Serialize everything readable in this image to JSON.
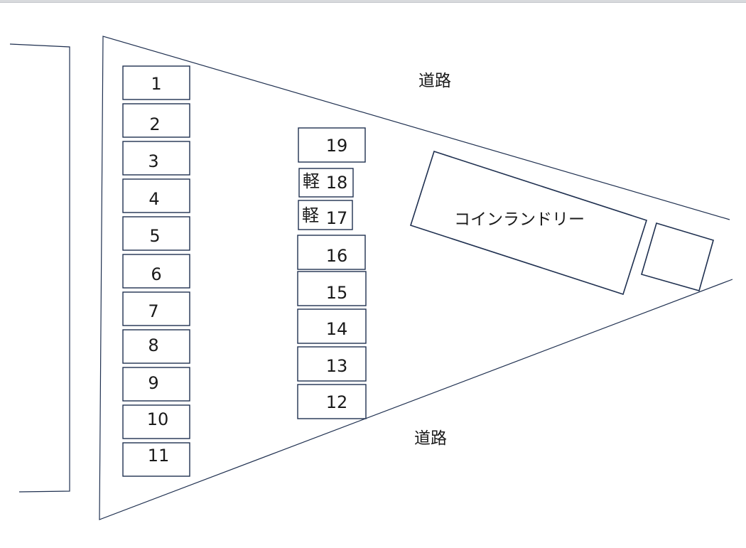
{
  "diagram": {
    "type": "parking-lot-layout",
    "colors": {
      "line": "#1f3050",
      "text": "#1a1a1a",
      "background": "#ffffff"
    },
    "roads": [
      {
        "label": "道路",
        "position": "top"
      },
      {
        "label": "道路",
        "position": "bottom"
      }
    ],
    "building": {
      "label": "コインランドリー"
    },
    "annex_building": {
      "label": ""
    },
    "left_column_stalls": [
      {
        "number": "1"
      },
      {
        "number": "2"
      },
      {
        "number": "3"
      },
      {
        "number": "4"
      },
      {
        "number": "5"
      },
      {
        "number": "6"
      },
      {
        "number": "7"
      },
      {
        "number": "8"
      },
      {
        "number": "9"
      },
      {
        "number": "10"
      },
      {
        "number": "11"
      }
    ],
    "center_column_stalls": [
      {
        "number": "19",
        "prefix": ""
      },
      {
        "number": "18",
        "prefix": "軽"
      },
      {
        "number": "17",
        "prefix": "軽"
      },
      {
        "number": "16",
        "prefix": ""
      },
      {
        "number": "15",
        "prefix": ""
      },
      {
        "number": "14",
        "prefix": ""
      },
      {
        "number": "13",
        "prefix": ""
      },
      {
        "number": "12",
        "prefix": ""
      }
    ]
  }
}
